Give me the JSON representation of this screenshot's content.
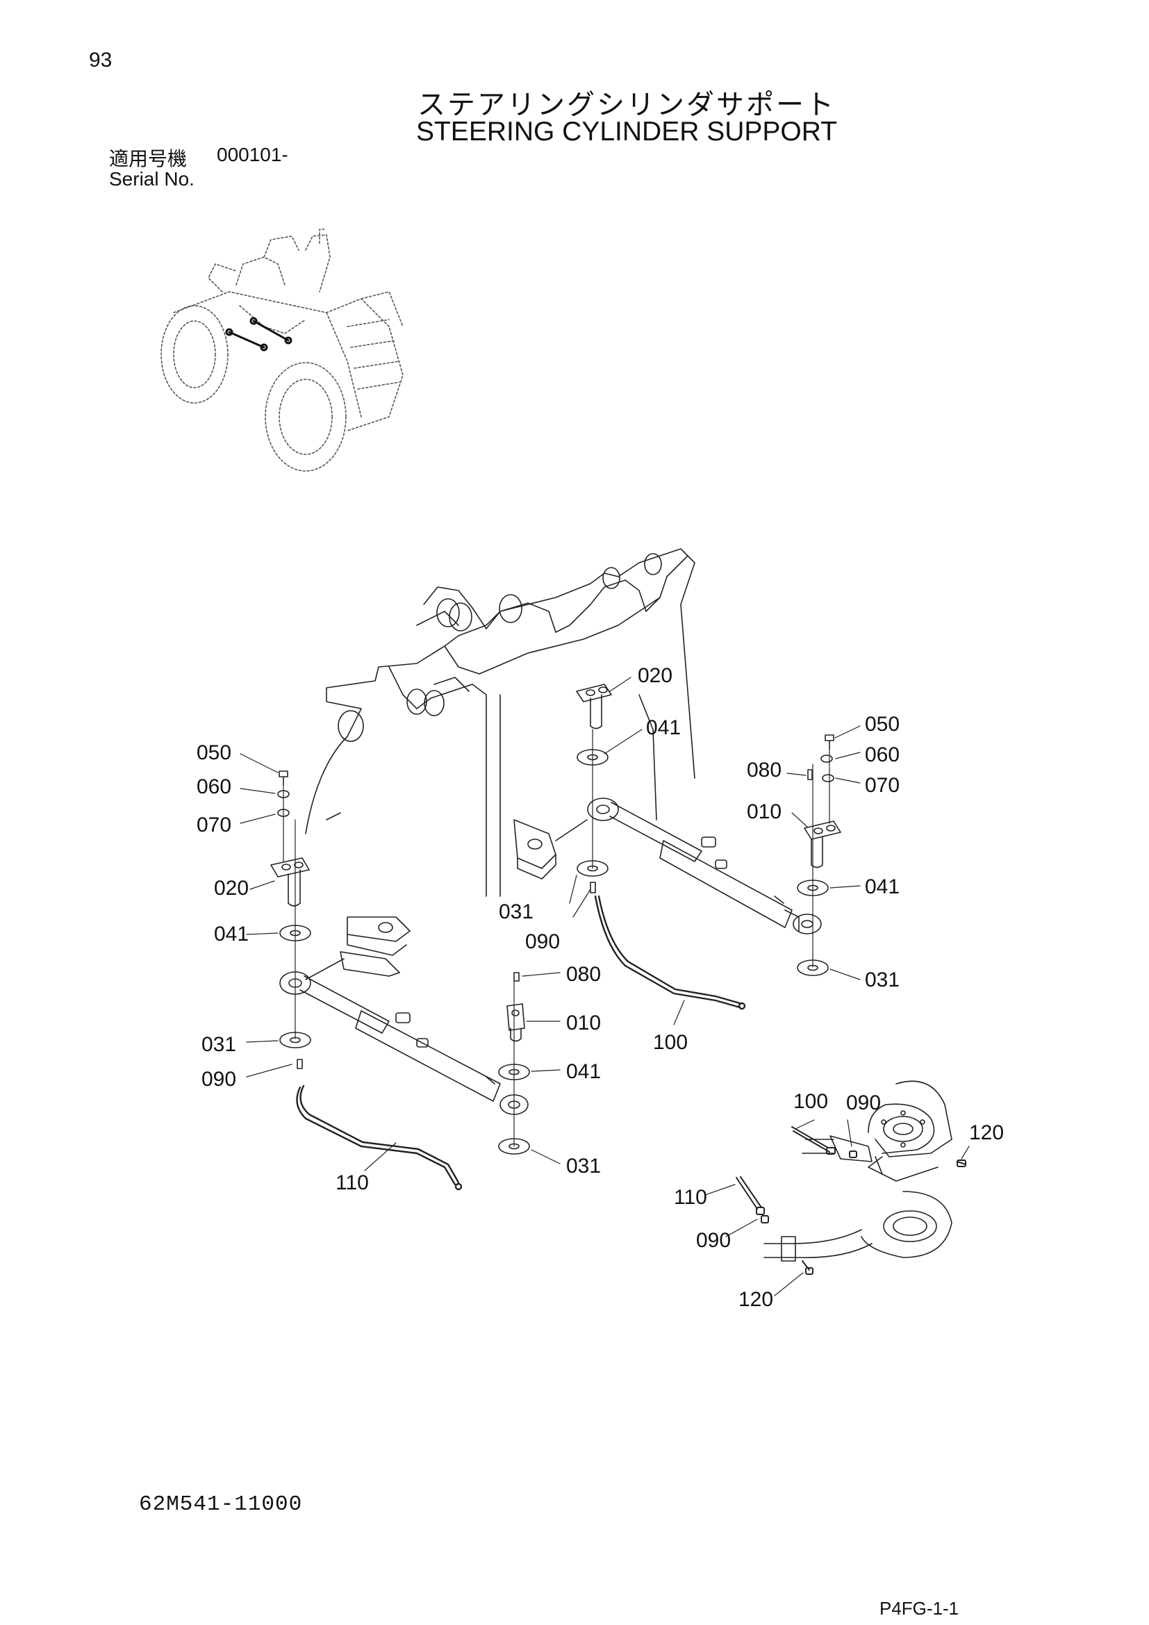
{
  "page": {
    "number": "93",
    "title_jp": "ステアリングシリンダサポート",
    "title_en": "STEERING CYLINDER SUPPORT",
    "serial_label_jp": "適用号機",
    "serial_value": "000101-",
    "serial_label_en": "Serial No.",
    "document_number": "62M541-11000",
    "page_code": "P4FG-1-1"
  },
  "callouts": [
    {
      "id": "c-020-top",
      "text": "020"
    },
    {
      "id": "c-041-top",
      "text": "041"
    },
    {
      "id": "c-050-right",
      "text": "050"
    },
    {
      "id": "c-060-right",
      "text": "060"
    },
    {
      "id": "c-080-right",
      "text": "080"
    },
    {
      "id": "c-070-right",
      "text": "070"
    },
    {
      "id": "c-010-right",
      "text": "010"
    },
    {
      "id": "c-041-right",
      "text": "041"
    },
    {
      "id": "c-031-right",
      "text": "031"
    },
    {
      "id": "c-031-mid",
      "text": "031"
    },
    {
      "id": "c-090-mid",
      "text": "090"
    },
    {
      "id": "c-050-left",
      "text": "050"
    },
    {
      "id": "c-060-left",
      "text": "060"
    },
    {
      "id": "c-070-left",
      "text": "070"
    },
    {
      "id": "c-020-left",
      "text": "020"
    },
    {
      "id": "c-041-left",
      "text": "041"
    },
    {
      "id": "c-031-left",
      "text": "031"
    },
    {
      "id": "c-090-left",
      "text": "090"
    },
    {
      "id": "c-080-center",
      "text": "080"
    },
    {
      "id": "c-010-center",
      "text": "010"
    },
    {
      "id": "c-041-center",
      "text": "041"
    },
    {
      "id": "c-031-center",
      "text": "031"
    },
    {
      "id": "c-110-left",
      "text": "110"
    },
    {
      "id": "c-100-mid",
      "text": "100"
    },
    {
      "id": "c-100-detail",
      "text": "100"
    },
    {
      "id": "c-090-detail-top",
      "text": "090"
    },
    {
      "id": "c-120-detail-top",
      "text": "120"
    },
    {
      "id": "c-110-detail",
      "text": "110"
    },
    {
      "id": "c-090-detail-bottom",
      "text": "090"
    },
    {
      "id": "c-120-detail-bottom",
      "text": "120"
    }
  ]
}
